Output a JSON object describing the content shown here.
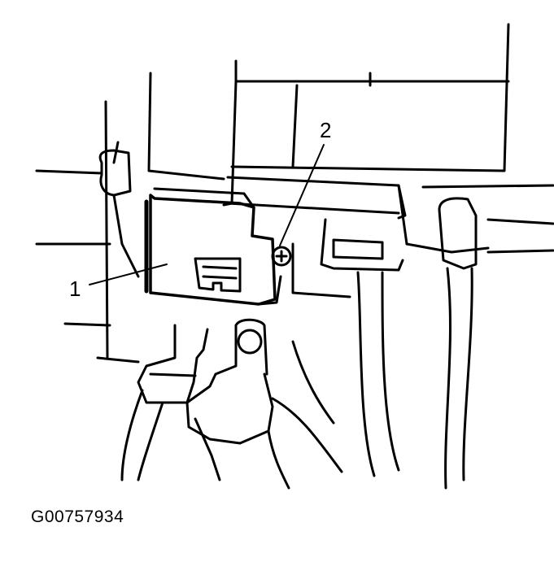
{
  "callouts": {
    "c1": "1",
    "c2": "2"
  },
  "figure_id": "G00757934",
  "colors": {
    "ink": "#000000",
    "paper": "#ffffff"
  }
}
